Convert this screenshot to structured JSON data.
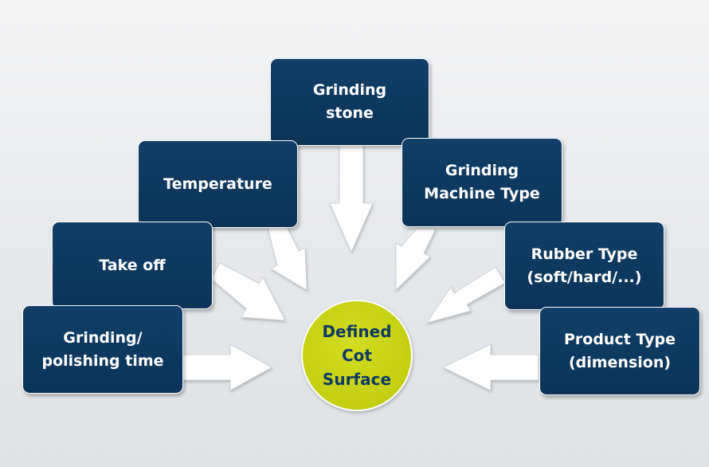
{
  "diagram": {
    "center": {
      "label": "Defined\nCot\nSurface"
    },
    "factors": [
      {
        "id": "grinding-stone",
        "label": "Grinding\nstone"
      },
      {
        "id": "temperature",
        "label": "Temperature"
      },
      {
        "id": "grinding-machine-type",
        "label": "Grinding\nMachine Type"
      },
      {
        "id": "take-off",
        "label": "Take off"
      },
      {
        "id": "rubber-type",
        "label": "Rubber Type\n(soft/hard/...)"
      },
      {
        "id": "grinding-polishing-time",
        "label": "Grinding/\npolishing time"
      },
      {
        "id": "product-type",
        "label": "Product Type\n(dimension)"
      }
    ]
  },
  "colors": {
    "box_fill": "#0b3458",
    "center_fill": "#c4cf12",
    "center_text": "#0d3a63",
    "arrow_fill": "#ffffff"
  }
}
